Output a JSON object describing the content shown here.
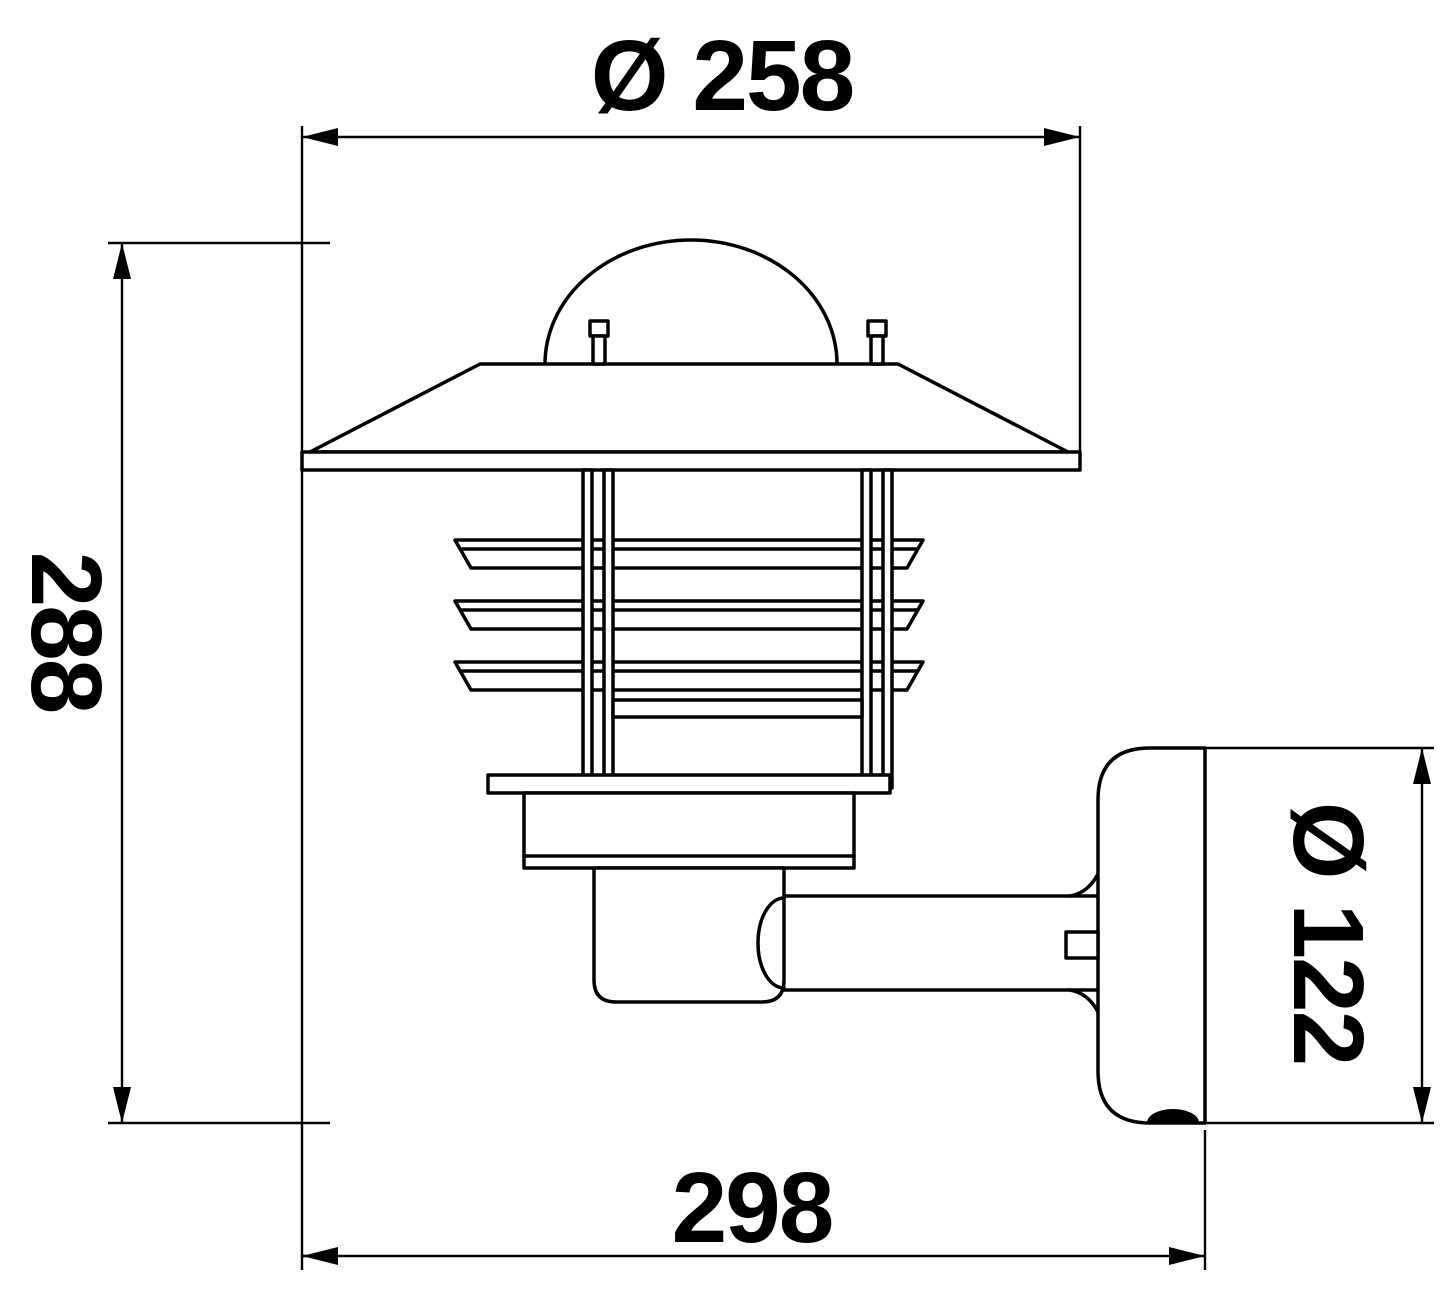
{
  "drawing": {
    "labels": {
      "top_diameter": "Ø 258",
      "height": "288",
      "depth": "298",
      "plate_diameter": "Ø 122"
    },
    "values": {
      "top_diameter_mm": 258,
      "height_mm": 288,
      "depth_mm": 298,
      "plate_diameter_mm": 122
    },
    "colors": {
      "line": "#000000",
      "background": "#ffffff"
    }
  }
}
